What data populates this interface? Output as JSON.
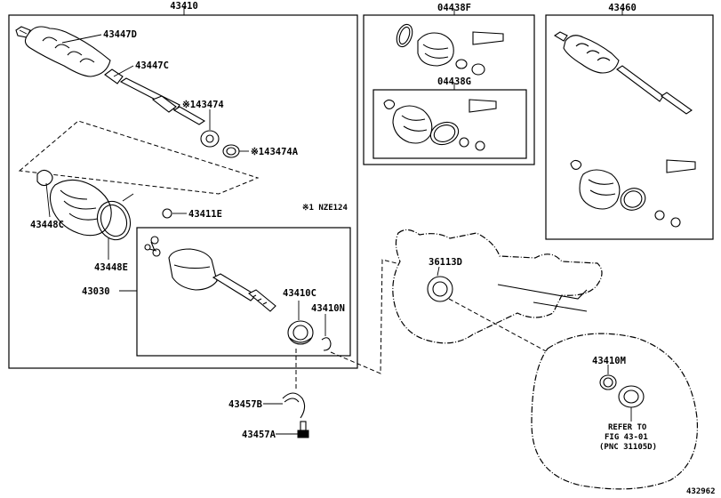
{
  "assemblies": {
    "left_shaft": "43410",
    "kit_f": "04438F",
    "kit_g": "04438G",
    "right_shaft": "43460"
  },
  "labels": {
    "p43447D": "43447D",
    "p43447C": "43447C",
    "p43474": "※143474",
    "p43474A": "※143474A",
    "p43448C": "43448C",
    "p43448E": "43448E",
    "p43411E": "43411E",
    "p43030": "43030",
    "p43410C": "43410C",
    "p43410N": "43410N",
    "p43457B": "43457B",
    "p43457A": "43457A",
    "p36113D": "36113D",
    "p43410M": "43410M"
  },
  "notes": {
    "model_note": "※1 NZE124",
    "refer_line1": "REFER TO",
    "refer_line2": "FIG 43-01",
    "refer_line3": "(PNC 31105D)"
  },
  "illustration_id": "432962"
}
